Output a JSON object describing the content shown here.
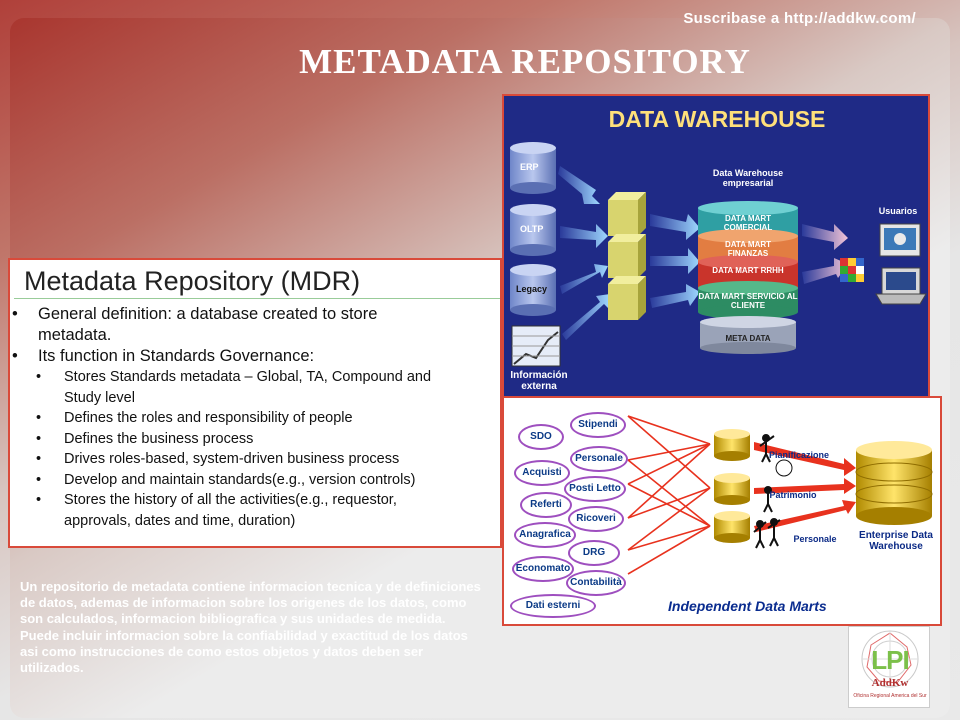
{
  "header": {
    "top_note": "Suscribase a http://addkw.com/",
    "title": "METADATA REPOSITORY"
  },
  "mdr": {
    "title": "Metadata Repository (MDR)",
    "bullets": [
      {
        "level": 1,
        "text": "General definition: a database created to store"
      },
      {
        "level": 1,
        "text": "metadata.",
        "continuation": true
      },
      {
        "level": 1,
        "text": "Its function in Standards Governance:"
      },
      {
        "level": 2,
        "text": "Stores Standards metadata – Global, TA, Compound and"
      },
      {
        "level": 2,
        "text": "Study level",
        "continuation": true
      },
      {
        "level": 2,
        "text": "Defines the roles and responsibility of people"
      },
      {
        "level": 2,
        "text": "Defines the business process"
      },
      {
        "level": 2,
        "text": "Drives roles-based, system-driven business process"
      },
      {
        "level": 2,
        "text": "Develop and maintain standards(e.g., version controls)"
      },
      {
        "level": 2,
        "text": "Stores the history of all the activities(e.g., requestor,"
      },
      {
        "level": 2,
        "text": "approvals, dates and time, duration)",
        "continuation": true
      }
    ]
  },
  "data_warehouse": {
    "title": "DATA WAREHOUSE",
    "sources": [
      "ERP",
      "OLTP",
      "Legacy"
    ],
    "external": "Información externa",
    "dw_label": "Data Warehouse empresarial",
    "marts": [
      "DATA MART COMERCIAL",
      "DATA MART FINANZAS",
      "DATA MART RRHH",
      "DATA MART SERVICIO AL CLIENTE"
    ],
    "meta": "META DATA",
    "users": "Usuarios"
  },
  "independent_marts": {
    "caption": "Independent Data Marts",
    "sources": [
      "SDO",
      "Stipendi",
      "Acquisti",
      "Personale",
      "Referti",
      "Posti Letto",
      "Anagrafica",
      "Ricoveri",
      "Economato",
      "DRG",
      "Contabilità",
      "Dati esterni"
    ],
    "marts": [
      "Pianificazione",
      "Patrimonio",
      "Personale"
    ],
    "target": "Enterprise Data Warehouse"
  },
  "description": "Un repositorio de metadata contiene informacion tecnica y de definiciones de datos, ademas de informacion sobre los origenes de los datos, como son calculados, informacion bibliografica y sus unidades de medida. Puede incluir informacion sobre la confiabilidad y exactitud de los datos asi como instrucciones de como estos objetos y datos deben ser utilizados.",
  "logo": {
    "letters": "LPI",
    "name": "AddKw",
    "subtitle": "Oficina Regional America del Sur"
  },
  "colors": {
    "accent_red": "#d94a3a",
    "warehouse_bg": "#1f2a86",
    "warehouse_title": "#ffe07a",
    "marts_text": "#0a2c8f"
  }
}
